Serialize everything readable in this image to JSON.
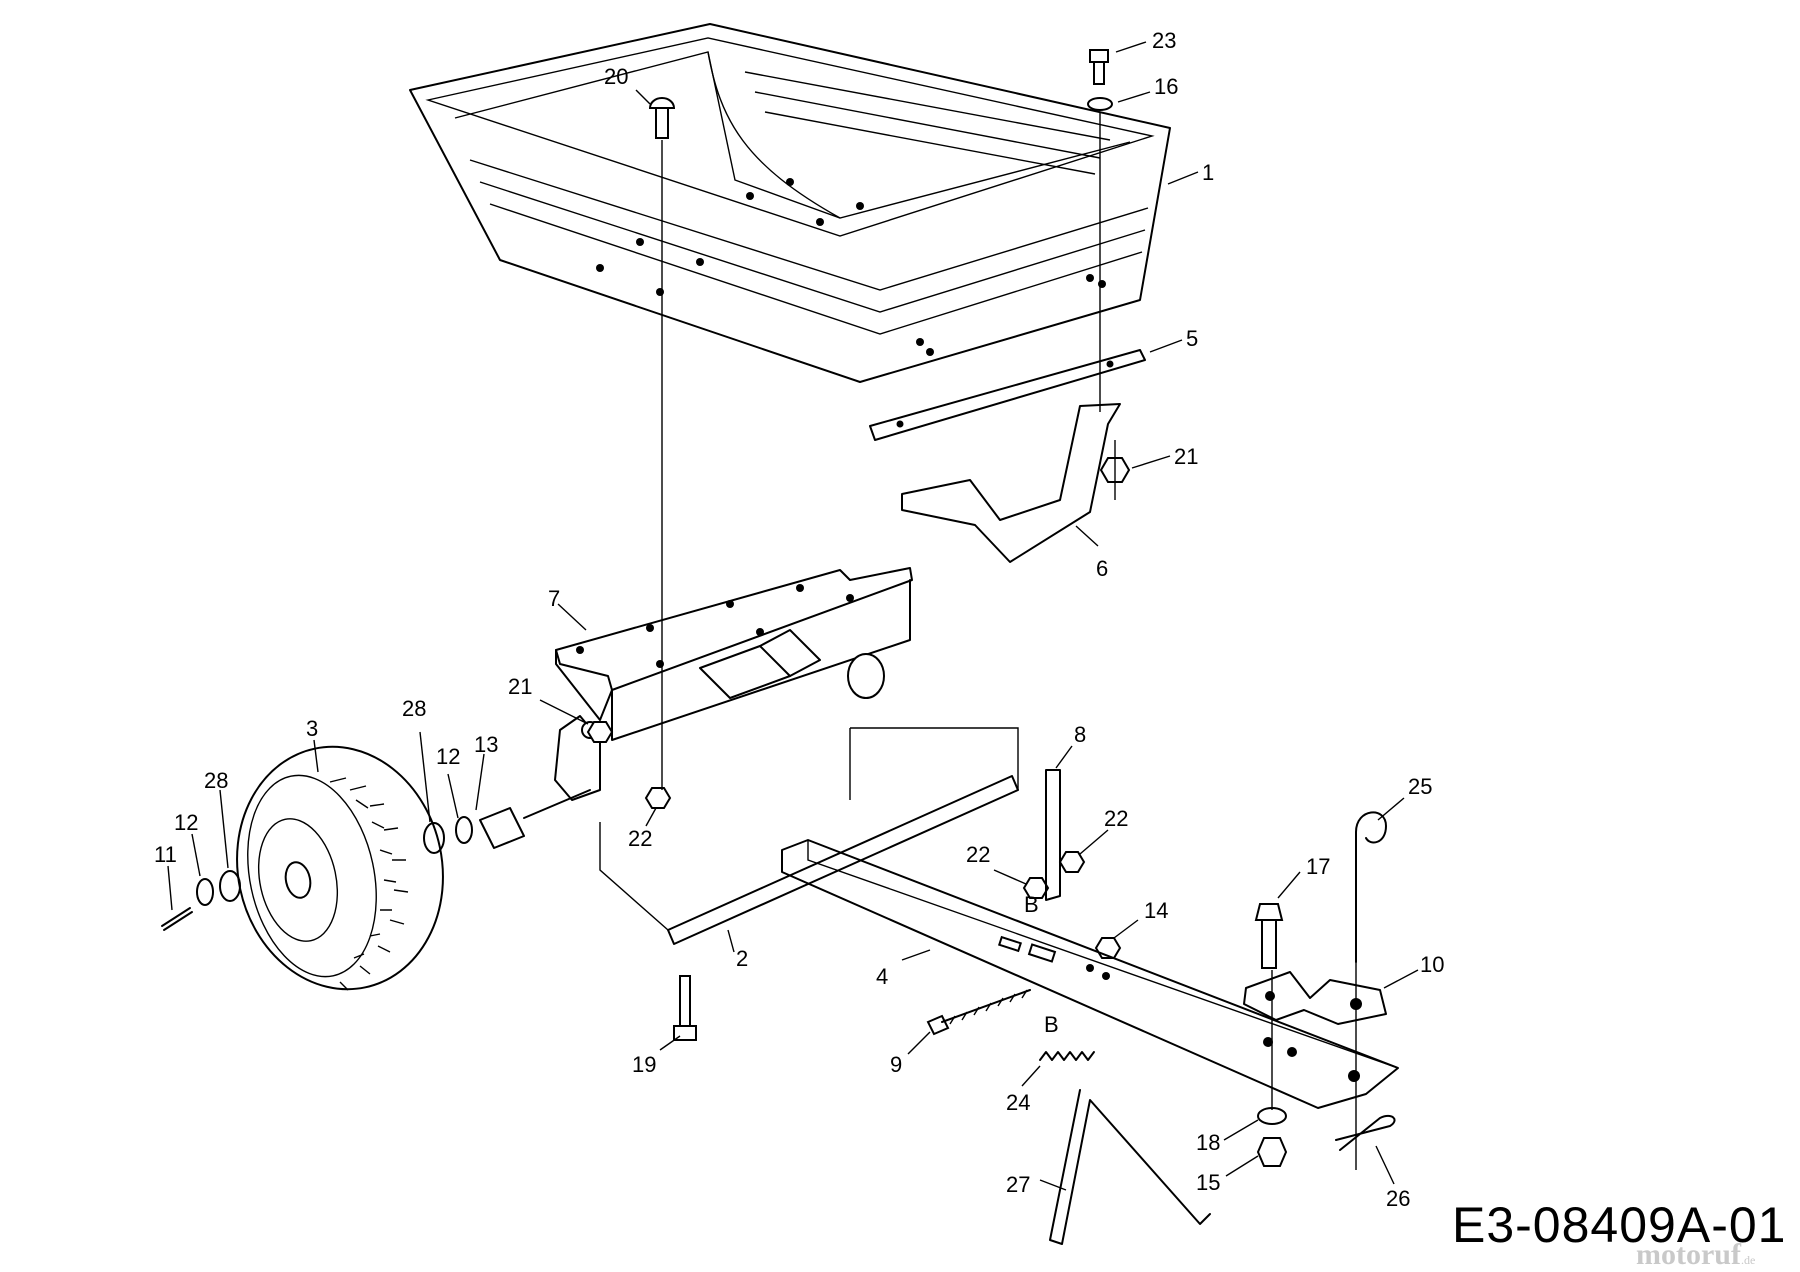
{
  "diagram": {
    "drawing_code": "E3-08409A-01",
    "watermark": "motoruf",
    "watermark_suffix": ".de",
    "callouts": [
      {
        "label": "1"
      },
      {
        "label": "2"
      },
      {
        "label": "3"
      },
      {
        "label": "4"
      },
      {
        "label": "5"
      },
      {
        "label": "6"
      },
      {
        "label": "7"
      },
      {
        "label": "8"
      },
      {
        "label": "9"
      },
      {
        "label": "10"
      },
      {
        "label": "11"
      },
      {
        "label": "12"
      },
      {
        "label": "12"
      },
      {
        "label": "13"
      },
      {
        "label": "14"
      },
      {
        "label": "15"
      },
      {
        "label": "16"
      },
      {
        "label": "17"
      },
      {
        "label": "18"
      },
      {
        "label": "19"
      },
      {
        "label": "20"
      },
      {
        "label": "21"
      },
      {
        "label": "21"
      },
      {
        "label": "22"
      },
      {
        "label": "22"
      },
      {
        "label": "22"
      },
      {
        "label": "23"
      },
      {
        "label": "24"
      },
      {
        "label": "25"
      },
      {
        "label": "26"
      },
      {
        "label": "27"
      },
      {
        "label": "28"
      },
      {
        "label": "28"
      },
      {
        "label": "B"
      },
      {
        "label": "B"
      }
    ]
  }
}
